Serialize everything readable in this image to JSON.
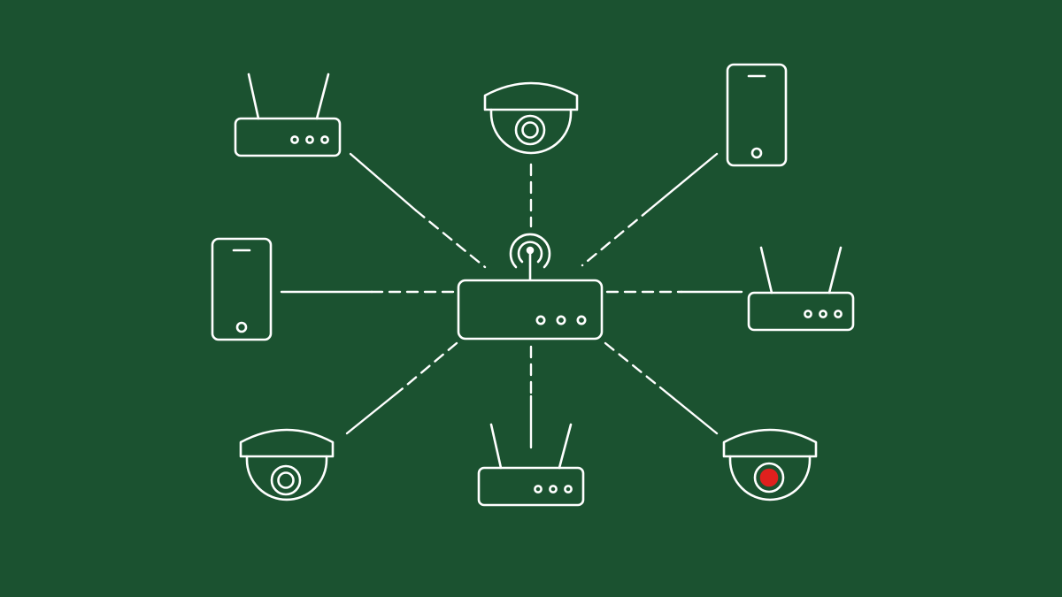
{
  "colors": {
    "background": "#1b5230",
    "stroke": "#ffffff",
    "alert": "#e0201e"
  },
  "diagram": {
    "type": "hub-and-spoke network",
    "hub": {
      "kind": "router",
      "icon": "router-icon",
      "broadcast_icon": "wifi-broadcast-icon"
    },
    "nodes": [
      {
        "id": "router-top-left",
        "kind": "router",
        "icon": "router-icon",
        "status": "normal"
      },
      {
        "id": "camera-top",
        "kind": "camera",
        "icon": "dome-camera-icon",
        "status": "normal"
      },
      {
        "id": "phone-top-right",
        "kind": "phone",
        "icon": "smartphone-icon",
        "status": "normal"
      },
      {
        "id": "phone-left",
        "kind": "phone",
        "icon": "smartphone-icon",
        "status": "normal"
      },
      {
        "id": "router-right",
        "kind": "router",
        "icon": "router-icon",
        "status": "normal"
      },
      {
        "id": "camera-bottom-left",
        "kind": "camera",
        "icon": "dome-camera-icon",
        "status": "normal"
      },
      {
        "id": "router-bottom",
        "kind": "router",
        "icon": "router-icon",
        "status": "normal"
      },
      {
        "id": "camera-bottom-right",
        "kind": "camera",
        "icon": "dome-camera-icon",
        "status": "alert"
      }
    ],
    "links": [
      {
        "to": "router-top-left",
        "style": "solid-then-dashed"
      },
      {
        "to": "camera-top",
        "style": "dashed"
      },
      {
        "to": "phone-top-right",
        "style": "solid-then-dashed"
      },
      {
        "to": "phone-left",
        "style": "solid-then-dashed"
      },
      {
        "to": "router-right",
        "style": "solid-then-dashed"
      },
      {
        "to": "camera-bottom-left",
        "style": "solid-then-dashed"
      },
      {
        "to": "router-bottom",
        "style": "solid-then-dashed"
      },
      {
        "to": "camera-bottom-right",
        "style": "solid-then-dashed"
      }
    ]
  }
}
